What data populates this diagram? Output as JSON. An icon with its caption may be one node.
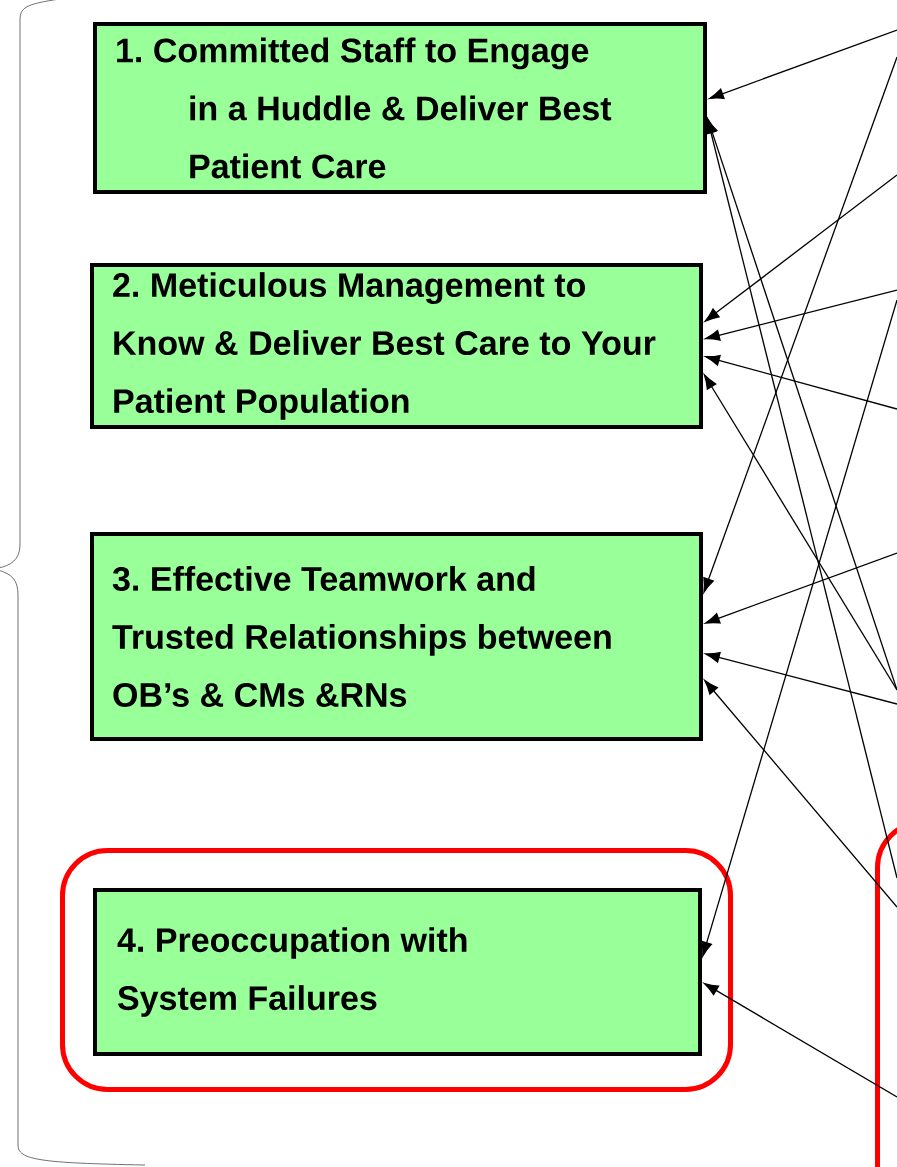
{
  "diagram": {
    "nodes": [
      {
        "text": [
          "1. Committed Staff to Engage in a Huddle & Deliver Best Patient Care"
        ]
      },
      {
        "text": [
          "2. Meticulous Management to Know & Deliver Best Care to Your Patient Population"
        ]
      },
      {
        "text": [
          "3. Effective Teamwork and Trusted Relationships between OB’s & CMs &RNs"
        ]
      },
      {
        "text": [],
        "shape": "box"
      },
      {
        "text": [
          "4. Preoccupation with System Failures"
        ],
        "in": 3
      },
      {
        "text": [],
        "shape": "box"
      }
    ],
    "edges": [
      {
        "from": null,
        "to": 0,
        "arrow": "to"
      },
      {
        "from": null,
        "to": 0,
        "arrow": "to"
      },
      {
        "from": 5,
        "to": 0,
        "arrow": "to"
      },
      {
        "from": null,
        "to": 1,
        "arrow": "to"
      },
      {
        "from": null,
        "to": 1,
        "arrow": "to"
      },
      {
        "from": null,
        "to": 1,
        "arrow": "to"
      },
      {
        "from": null,
        "to": 1,
        "arrow": "to"
      },
      {
        "from": null,
        "to": 2,
        "arrow": "to"
      },
      {
        "from": null,
        "to": 2,
        "arrow": "to"
      },
      {
        "from": null,
        "to": 2,
        "arrow": "to"
      },
      {
        "from": 5,
        "to": 2,
        "arrow": "to"
      },
      {
        "from": null,
        "to": 4,
        "arrow": "to"
      },
      {
        "from": 5,
        "to": 4,
        "arrow": "to"
      }
    ]
  }
}
